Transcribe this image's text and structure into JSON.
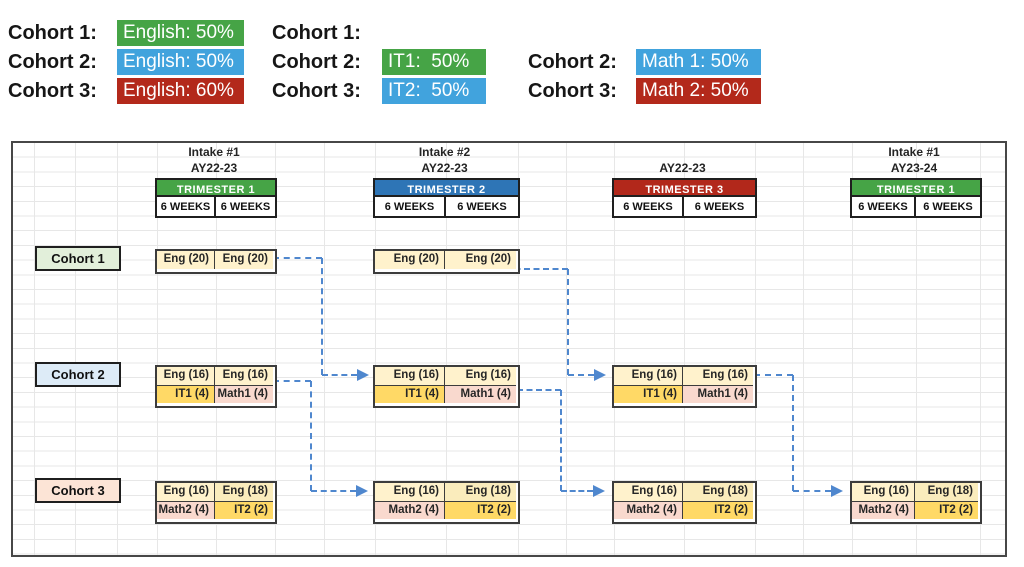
{
  "colors": {
    "lg_green": "#46A446",
    "lg_sky": "#41A3DD",
    "lg_red": "#B3291B",
    "tri_green": "#46A446",
    "tri_blue": "#2E75B6",
    "tri_red": "#B2281B",
    "cream": "#FFF2CC",
    "cream2": "#FAECBC",
    "gold": "#FFD966",
    "pink": "#F9D9CE",
    "label_green": "#E2EFDA",
    "label_blue": "#DDEBF7",
    "label_pink": "#FCE4D6",
    "connector": "#4F87CE"
  },
  "legend": {
    "columns": [
      {
        "rows": [
          {
            "label": "Cohort 1:",
            "value": "English: 50%",
            "color_key": "lg_green"
          },
          {
            "label": "Cohort 2:",
            "value": "English: 50%",
            "color_key": "lg_sky"
          },
          {
            "label": "Cohort 3:",
            "value": "English: 60%",
            "color_key": "lg_red"
          }
        ]
      },
      {
        "rows": [
          {
            "label": "Cohort 1:",
            "value": "",
            "color_key": ""
          },
          {
            "label": "Cohort 2:",
            "value": "IT1:  50%",
            "color_key": "lg_green"
          },
          {
            "label": "Cohort 3:",
            "value": "IT2:  50%",
            "color_key": "lg_sky"
          }
        ]
      },
      {
        "rows": [
          {
            "label": "",
            "value": "",
            "color_key": ""
          },
          {
            "label": "Cohort 2:",
            "value": "Math 1: 50%",
            "color_key": "lg_sky"
          },
          {
            "label": "Cohort 3:",
            "value": "Math 2: 50%",
            "color_key": "lg_red"
          }
        ]
      }
    ]
  },
  "timeline_groups": [
    {
      "intake": "Intake #1",
      "year": "AY22-23",
      "trimester": "TRIMESTER 1",
      "color_key": "tri_green",
      "weeks": [
        "6 WEEKS",
        "6 WEEKS"
      ]
    },
    {
      "intake": "Intake #2",
      "year": "AY22-23",
      "trimester": "TRIMESTER 2",
      "color_key": "tri_blue",
      "weeks": [
        "6 WEEKS",
        "6 WEEKS"
      ]
    },
    {
      "intake": "",
      "year": "AY22-23",
      "trimester": "TRIMESTER 3",
      "color_key": "tri_red",
      "weeks": [
        "6 WEEKS",
        "6 WEEKS"
      ]
    },
    {
      "intake": "Intake #1",
      "year": "AY23-24",
      "trimester": "TRIMESTER 1",
      "color_key": "tri_green",
      "weeks": [
        "6 WEEKS",
        "6 WEEKS"
      ]
    }
  ],
  "cohorts": [
    {
      "name": "Cohort 1",
      "label_color_key": "label_green",
      "blocks": [
        {
          "group": 0,
          "rows": [
            [
              {
                "text": "Eng (20)",
                "fill": "cream"
              },
              {
                "text": "Eng (20)",
                "fill": "cream"
              }
            ]
          ]
        },
        {
          "group": 1,
          "rows": [
            [
              {
                "text": "Eng (20)",
                "fill": "cream"
              },
              {
                "text": "Eng (20)",
                "fill": "cream"
              }
            ]
          ]
        }
      ]
    },
    {
      "name": "Cohort 2",
      "label_color_key": "label_blue",
      "blocks": [
        {
          "group": 0,
          "rows": [
            [
              {
                "text": "Eng (16)",
                "fill": "cream"
              },
              {
                "text": "Eng (16)",
                "fill": "cream"
              }
            ],
            [
              {
                "text": "IT1 (4)",
                "fill": "gold"
              },
              {
                "text": "Math1 (4)",
                "fill": "pink"
              }
            ]
          ]
        },
        {
          "group": 1,
          "rows": [
            [
              {
                "text": "Eng (16)",
                "fill": "cream"
              },
              {
                "text": "Eng (16)",
                "fill": "cream"
              }
            ],
            [
              {
                "text": "IT1 (4)",
                "fill": "gold"
              },
              {
                "text": "Math1 (4)",
                "fill": "pink"
              }
            ]
          ]
        },
        {
          "group": 2,
          "rows": [
            [
              {
                "text": "Eng (16)",
                "fill": "cream"
              },
              {
                "text": "Eng (16)",
                "fill": "cream"
              }
            ],
            [
              {
                "text": "IT1 (4)",
                "fill": "gold"
              },
              {
                "text": "Math1 (4)",
                "fill": "pink"
              }
            ]
          ]
        }
      ]
    },
    {
      "name": "Cohort 3",
      "label_color_key": "label_pink",
      "blocks": [
        {
          "group": 0,
          "rows": [
            [
              {
                "text": "Eng (16)",
                "fill": "cream"
              },
              {
                "text": "Eng (18)",
                "fill": "cream2"
              }
            ],
            [
              {
                "text": "Math2 (4)",
                "fill": "pink"
              },
              {
                "text": "IT2 (2)",
                "fill": "gold"
              }
            ]
          ]
        },
        {
          "group": 1,
          "rows": [
            [
              {
                "text": "Eng (16)",
                "fill": "cream"
              },
              {
                "text": "Eng (18)",
                "fill": "cream2"
              }
            ],
            [
              {
                "text": "Math2 (4)",
                "fill": "pink"
              },
              {
                "text": "IT2 (2)",
                "fill": "gold"
              }
            ]
          ]
        },
        {
          "group": 2,
          "rows": [
            [
              {
                "text": "Eng (16)",
                "fill": "cream"
              },
              {
                "text": "Eng (18)",
                "fill": "cream2"
              }
            ],
            [
              {
                "text": "Math2 (4)",
                "fill": "pink"
              },
              {
                "text": "IT2 (2)",
                "fill": "gold"
              }
            ]
          ]
        },
        {
          "group": 3,
          "rows": [
            [
              {
                "text": "Eng (16)",
                "fill": "cream"
              },
              {
                "text": "Eng (18)",
                "fill": "cream2"
              }
            ],
            [
              {
                "text": "Math2 (4)",
                "fill": "pink"
              },
              {
                "text": "IT2 (2)",
                "fill": "gold"
              }
            ]
          ]
        }
      ]
    }
  ]
}
